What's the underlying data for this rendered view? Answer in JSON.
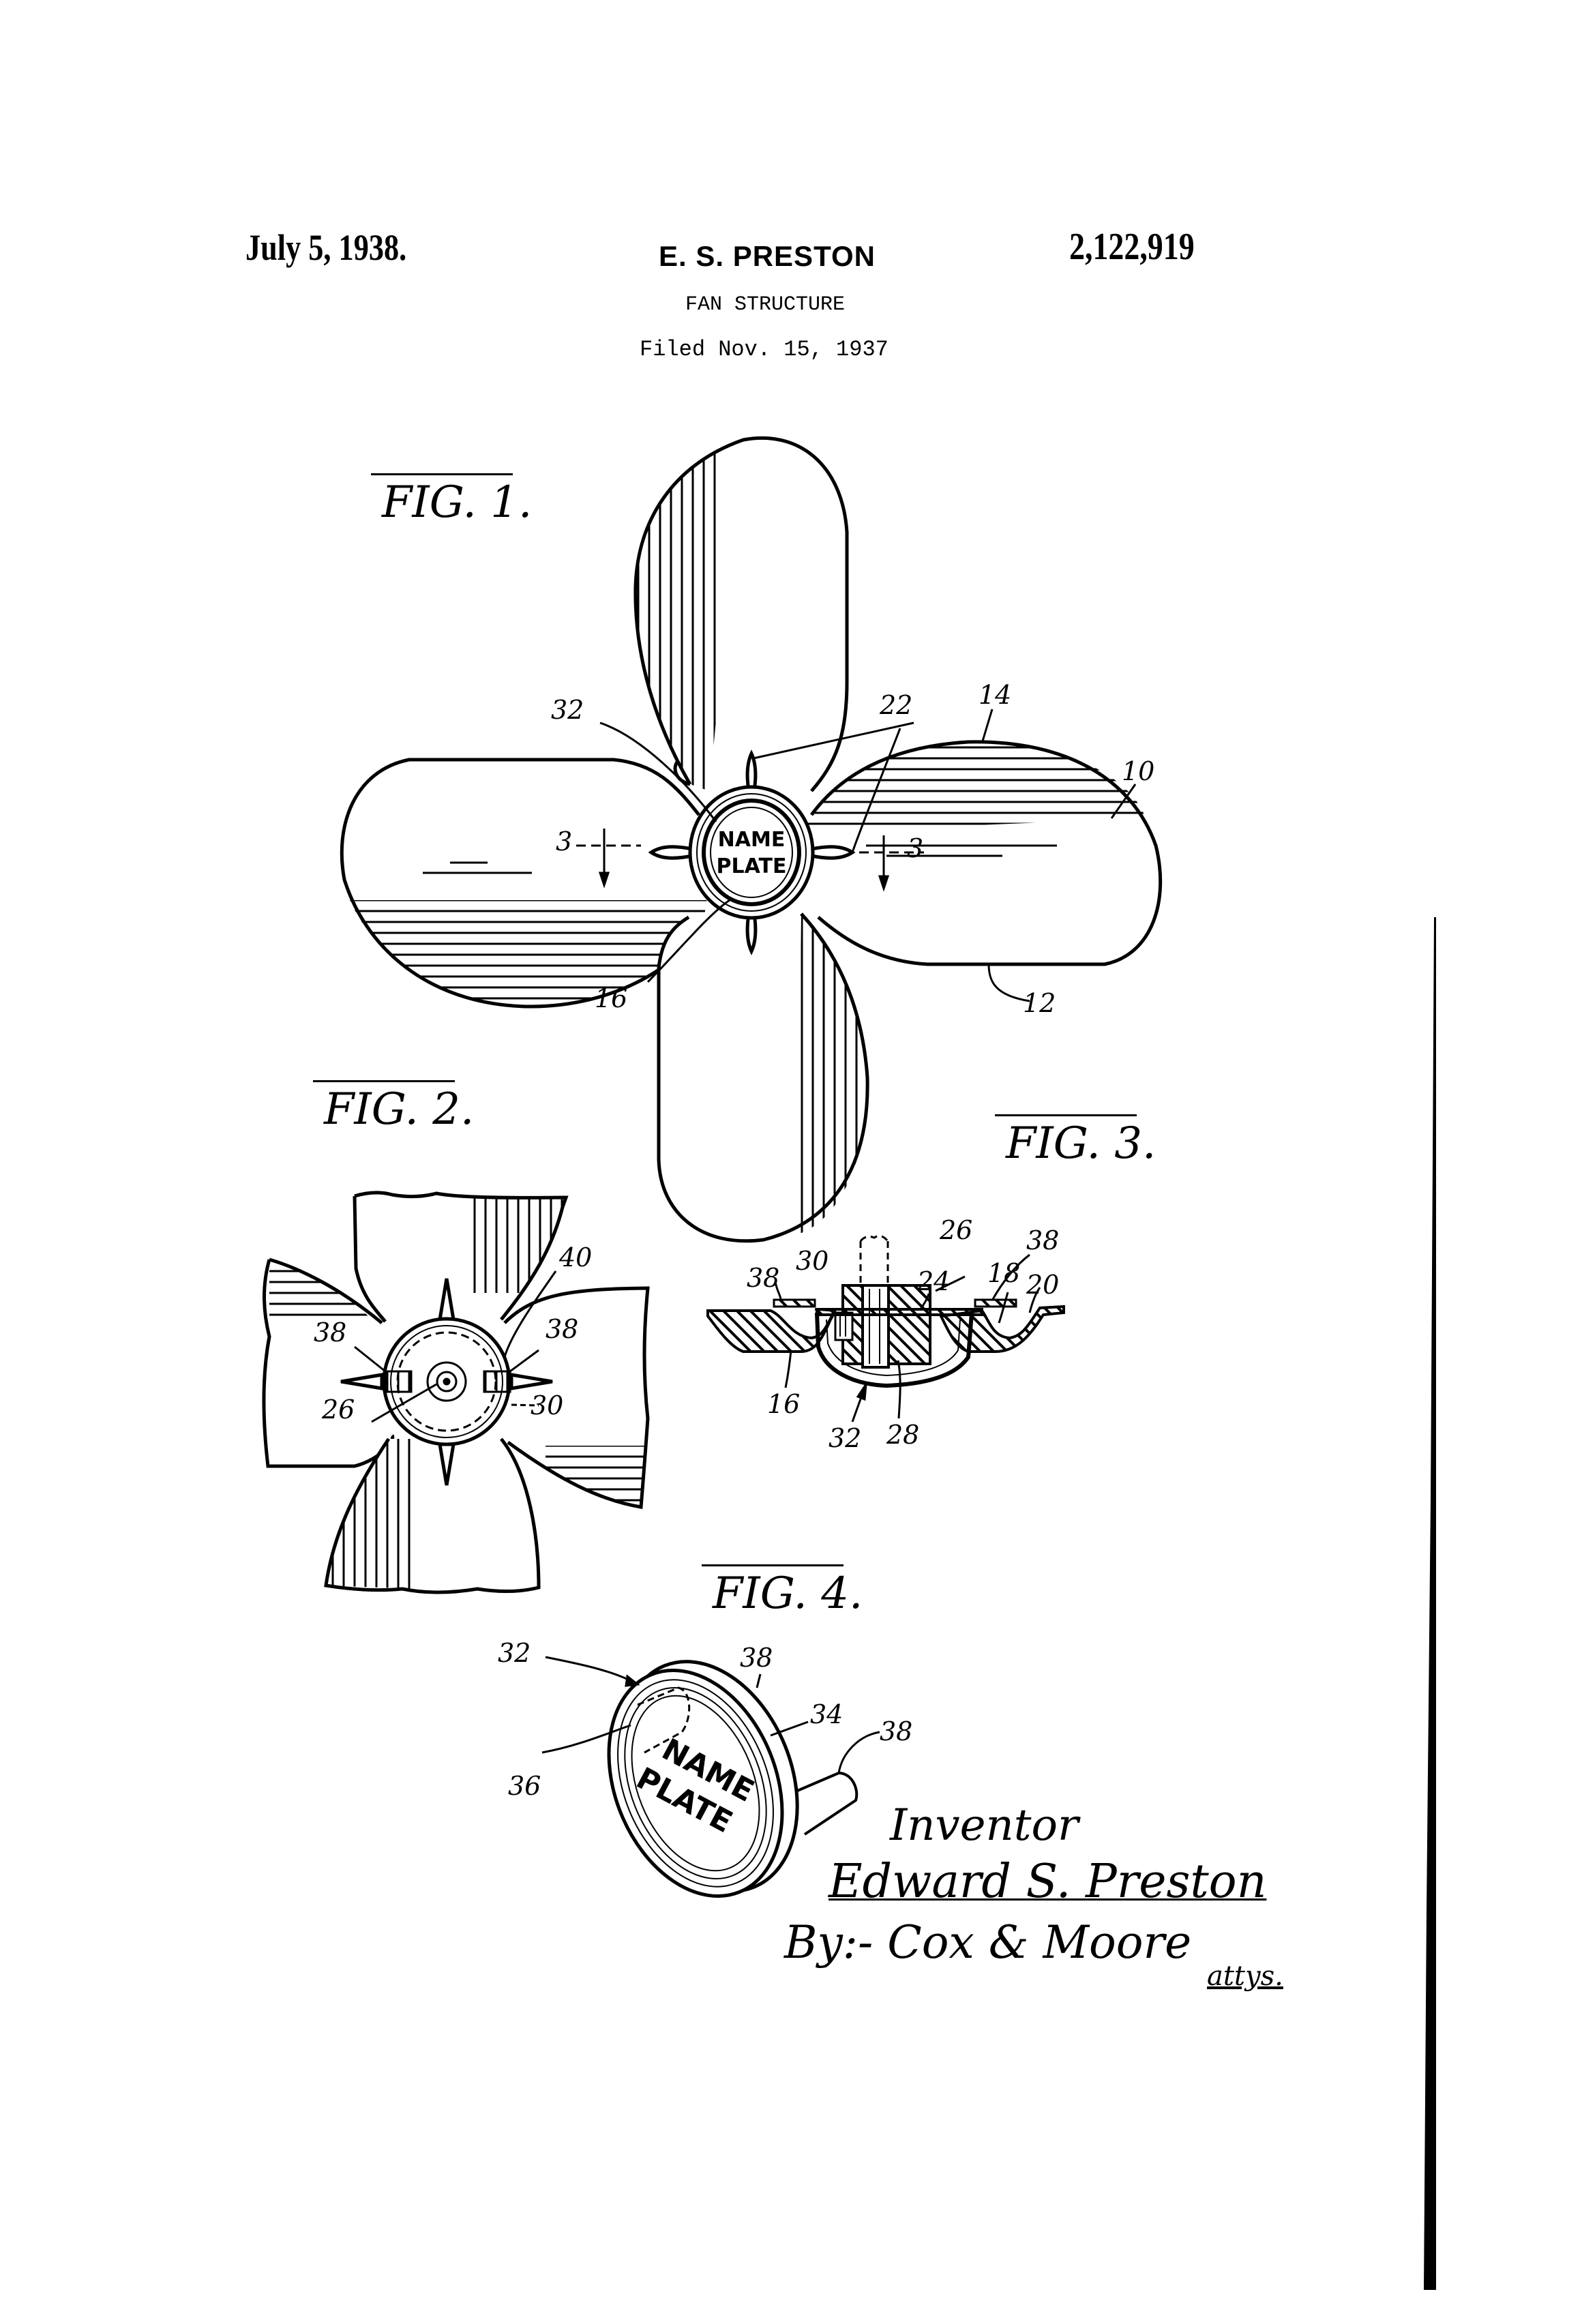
{
  "header": {
    "date": "July 5, 1938.",
    "inventor": "E. S. PRESTON",
    "patent_number": "2,122,919",
    "title": "FAN STRUCTURE",
    "filed": "Filed Nov. 15, 1937"
  },
  "figures": {
    "fig1": {
      "label": "FIG. 1.",
      "refs": {
        "r32": "32",
        "r22": "22",
        "r14": "14",
        "r10": "10",
        "r3_left": "3",
        "r3_right": "3",
        "r16": "16",
        "r12": "12"
      },
      "plate_line1": "NAME",
      "plate_line2": "PLATE"
    },
    "fig2": {
      "label": "FIG. 2.",
      "refs": {
        "r40": "40",
        "r38_left": "38",
        "r38_right": "38",
        "r26": "26",
        "r30": "30"
      }
    },
    "fig3": {
      "label": "FIG. 3.",
      "refs": {
        "r26": "26",
        "r30": "30",
        "r38_left": "38",
        "r38_right": "38",
        "r18": "18",
        "r20": "20",
        "r24": "24",
        "r16": "16",
        "r28": "28",
        "r32": "32"
      }
    },
    "fig4": {
      "label": "FIG. 4.",
      "refs": {
        "r32": "32",
        "r38_top": "38",
        "r34": "34",
        "r38_pin": "38",
        "r36": "36"
      },
      "plate_line1": "NAME",
      "plate_line2": "PLATE"
    }
  },
  "signature": {
    "inventor_label": "Inventor",
    "inventor_name": "Edward S. Preston",
    "by_attorneys": "By:- Cox & Moore",
    "attys": "attys."
  },
  "colors": {
    "ink": "#000000",
    "paper": "#ffffff"
  }
}
